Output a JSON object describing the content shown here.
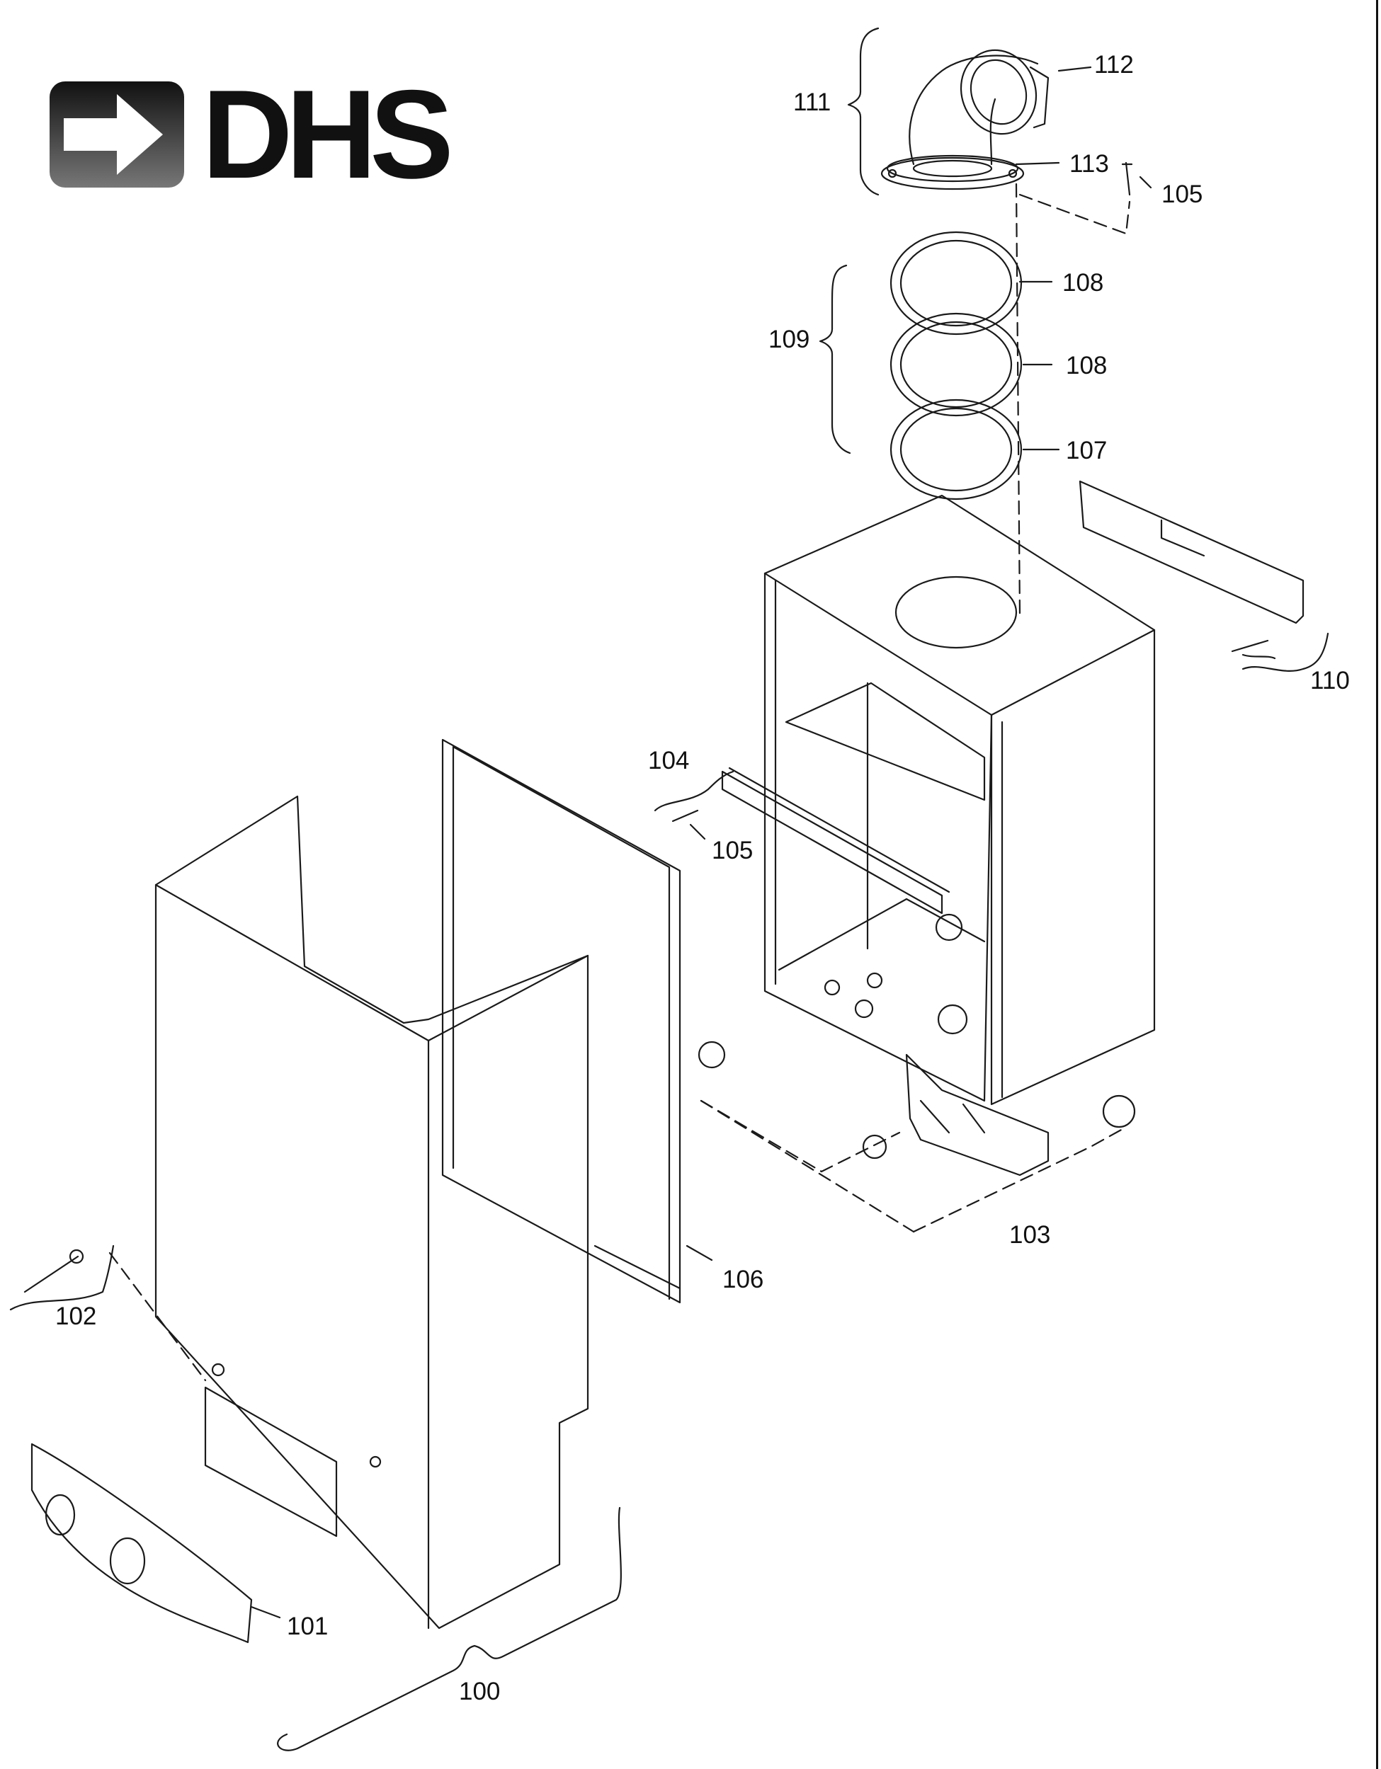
{
  "logo": {
    "text": "DHS",
    "icon": "arrow-right-icon",
    "color": "#111111"
  },
  "callouts": {
    "c100": "100",
    "c101": "101",
    "c102": "102",
    "c103": "103",
    "c104": "104",
    "c105a": "105",
    "c105b": "105",
    "c106": "106",
    "c107": "107",
    "c108a": "108",
    "c108b": "108",
    "c109": "109",
    "c110": "110",
    "c111": "111",
    "c112": "112",
    "c113": "113"
  },
  "colors": {
    "line": "#1a1a1a",
    "paper": "#ffffff"
  }
}
